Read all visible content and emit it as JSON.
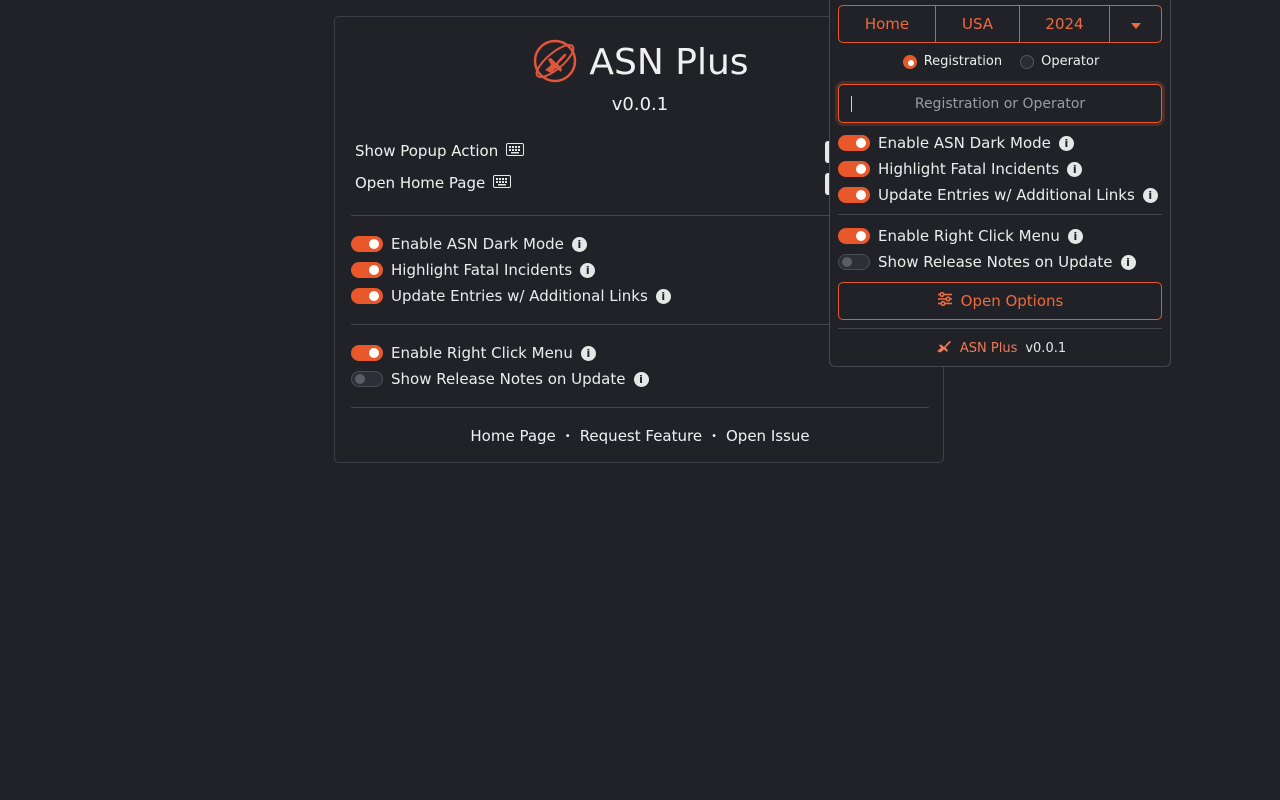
{
  "options_page": {
    "brand": "ASN Plus",
    "version": "v0.0.1",
    "shortcuts": [
      {
        "label": "Show Popup Action"
      },
      {
        "label": "Open Home Page"
      }
    ],
    "settings_group1": [
      {
        "label": "Enable ASN Dark Mode",
        "enabled": true
      },
      {
        "label": "Highlight Fatal Incidents",
        "enabled": true
      },
      {
        "label": "Update Entries w/ Additional Links",
        "enabled": true
      }
    ],
    "settings_group2": [
      {
        "label": "Enable Right Click Menu",
        "enabled": true
      },
      {
        "label": "Show Release Notes on Update",
        "enabled": false
      }
    ],
    "footer_links": [
      "Home Page",
      "Request Feature",
      "Open Issue"
    ]
  },
  "popup": {
    "nav_buttons": [
      "Home",
      "USA",
      "2024"
    ],
    "search_mode": {
      "options": [
        "Registration",
        "Operator"
      ],
      "selected": "Registration"
    },
    "search": {
      "placeholder": "Registration or Operator",
      "value": ""
    },
    "settings_group1": [
      {
        "label": "Enable ASN Dark Mode",
        "enabled": true
      },
      {
        "label": "Highlight Fatal Incidents",
        "enabled": true
      },
      {
        "label": "Update Entries w/ Additional Links",
        "enabled": true
      }
    ],
    "settings_group2": [
      {
        "label": "Enable Right Click Menu",
        "enabled": true
      },
      {
        "label": "Show Release Notes on Update",
        "enabled": false
      }
    ],
    "open_options_label": "Open Options",
    "footer": {
      "name": "ASN Plus",
      "version": "v0.0.1"
    }
  },
  "colors": {
    "accent": "#e8582a",
    "background": "#202228"
  },
  "icons": [
    "plane-logo-icon",
    "keyboard-icon",
    "info-icon",
    "caret-down-icon",
    "sliders-icon",
    "plane-icon"
  ]
}
